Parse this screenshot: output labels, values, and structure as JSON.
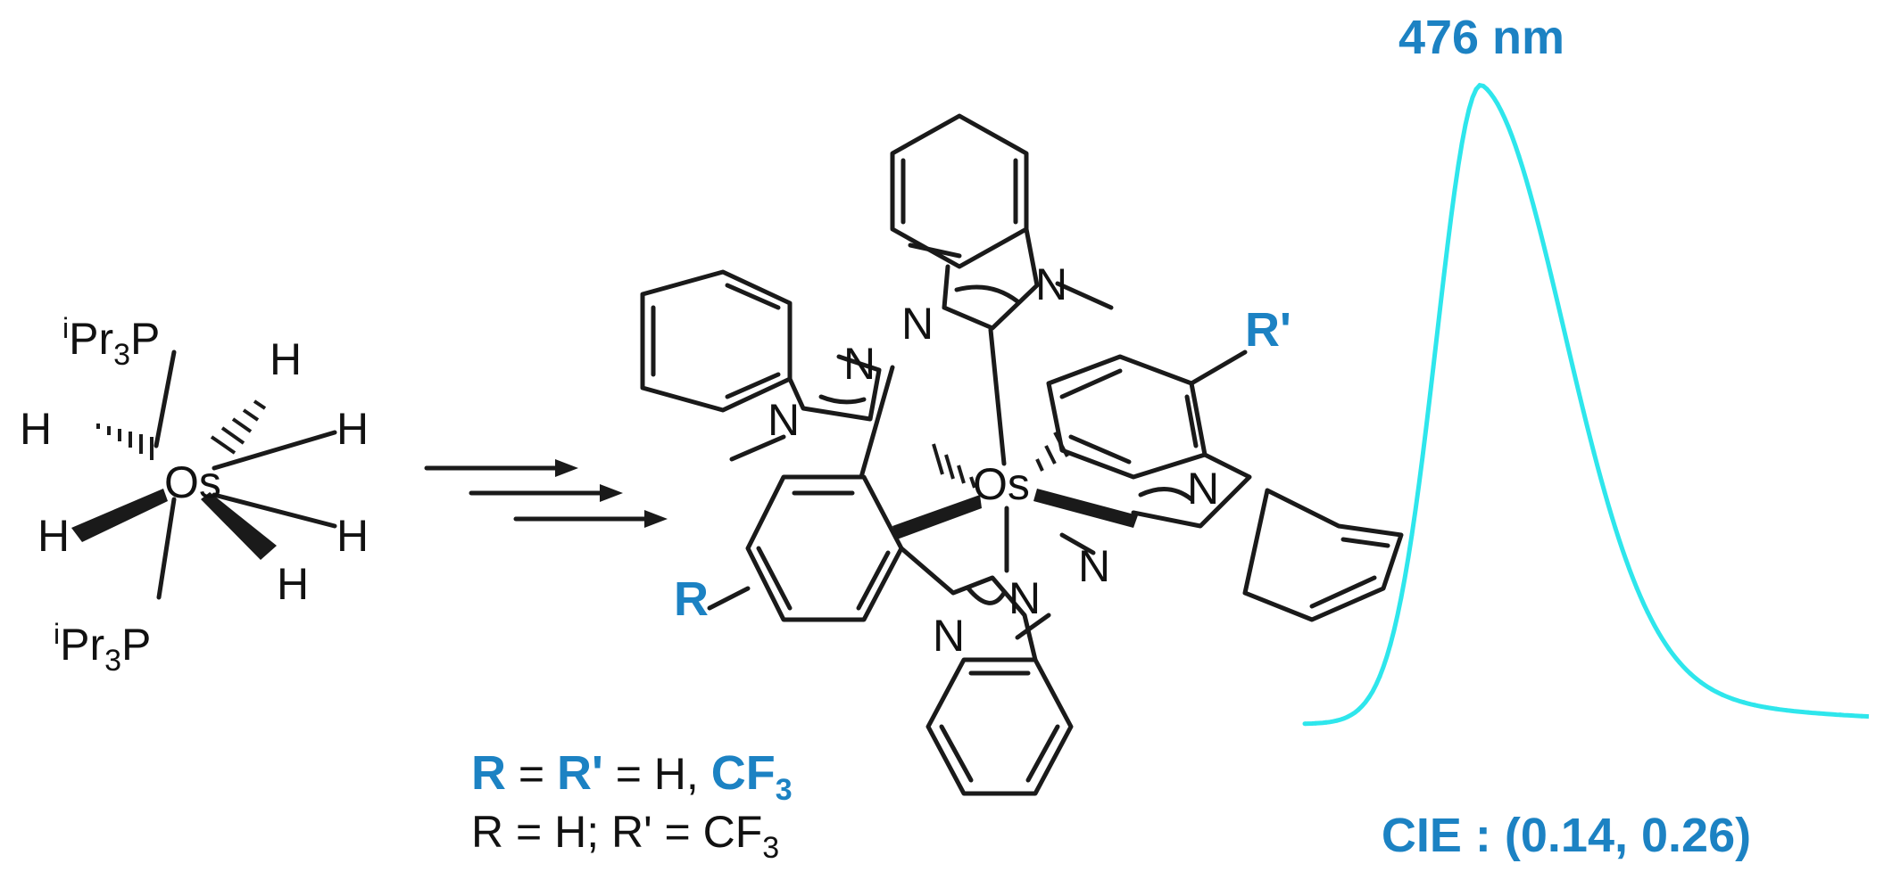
{
  "colors": {
    "blue": "#1c82c3",
    "cyan": "#2ee6ec",
    "ink": "#1a1a1a"
  },
  "reactant": {
    "metal": "Os",
    "phosphine_prefix": "i",
    "phosphine_body": "Pr",
    "phosphine_sub": "3",
    "phosphine_tail": "P",
    "hydride": "H"
  },
  "product": {
    "metal": "Os",
    "nitrogen": "N",
    "substituent_r": "R",
    "substituent_r_prime": "R'"
  },
  "variants": {
    "line1": {
      "r": "R",
      "eq1": " = ",
      "rp": "R'",
      "eq2": " = H, ",
      "cf": "CF",
      "sub": "3"
    },
    "line2": {
      "text": "R = H; R' = CF",
      "sub": "3"
    }
  },
  "spectrum": {
    "peak_label": "476 nm",
    "cie_label": "CIE : (0.14, 0.26)"
  }
}
